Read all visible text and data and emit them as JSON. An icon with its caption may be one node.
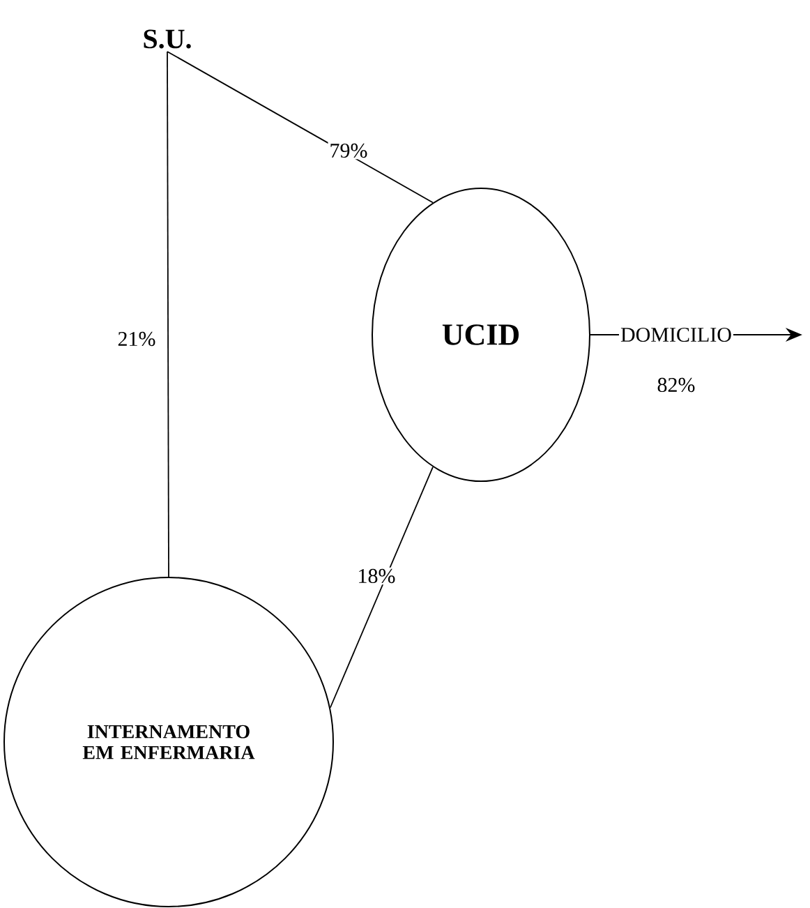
{
  "diagram": {
    "nodes": [
      {
        "text": [
          "S.U."
        ]
      },
      {
        "text": [
          "UCID"
        ]
      },
      {
        "text": [
          "INTERNAMENTO EM ENFERMARIA"
        ]
      }
    ],
    "edges": [
      {
        "from": 0,
        "to": 1,
        "arrow": "none",
        "label": "79%"
      },
      {
        "from": 0,
        "to": 2,
        "arrow": "none",
        "label": "21%"
      },
      {
        "from": 1,
        "to": 2,
        "arrow": "none",
        "label": "18%"
      },
      {
        "from": 1,
        "to": null,
        "arrow": "to",
        "label": "DOMICILIO"
      }
    ],
    "labels": [
      "82%"
    ]
  }
}
